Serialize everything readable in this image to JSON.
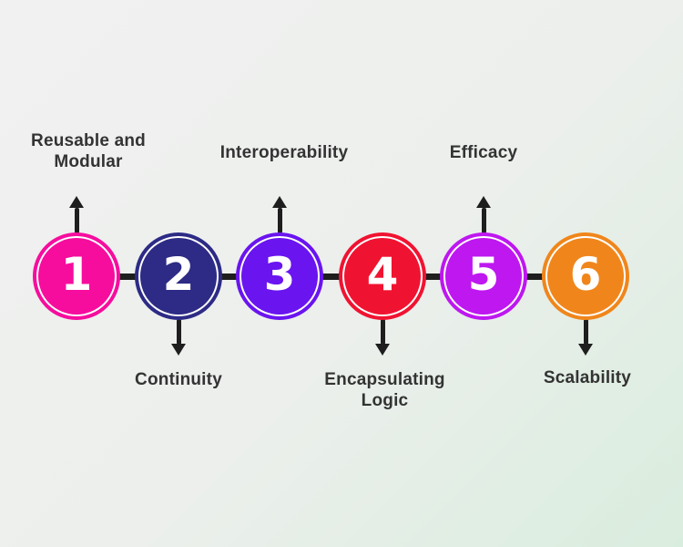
{
  "diagram": {
    "connector_color": "#1e1e1e",
    "text_color": "#333333",
    "background_from": "#f1f1f1",
    "background_to": "#d9edde"
  },
  "steps": [
    {
      "number": "1",
      "label": "Reusable and Modular",
      "direction": "up",
      "color": "#f60d9e"
    },
    {
      "number": "2",
      "label": "Continuity",
      "direction": "down",
      "color": "#2d2b85"
    },
    {
      "number": "3",
      "label": "Interoperability",
      "direction": "up",
      "color": "#6a14f0"
    },
    {
      "number": "4",
      "label": "Encapsulating Logic",
      "direction": "down",
      "color": "#f01331"
    },
    {
      "number": "5",
      "label": "Efficacy",
      "direction": "up",
      "color": "#be17f0"
    },
    {
      "number": "6",
      "label": "Scalability",
      "direction": "down",
      "color": "#f0861b"
    }
  ]
}
